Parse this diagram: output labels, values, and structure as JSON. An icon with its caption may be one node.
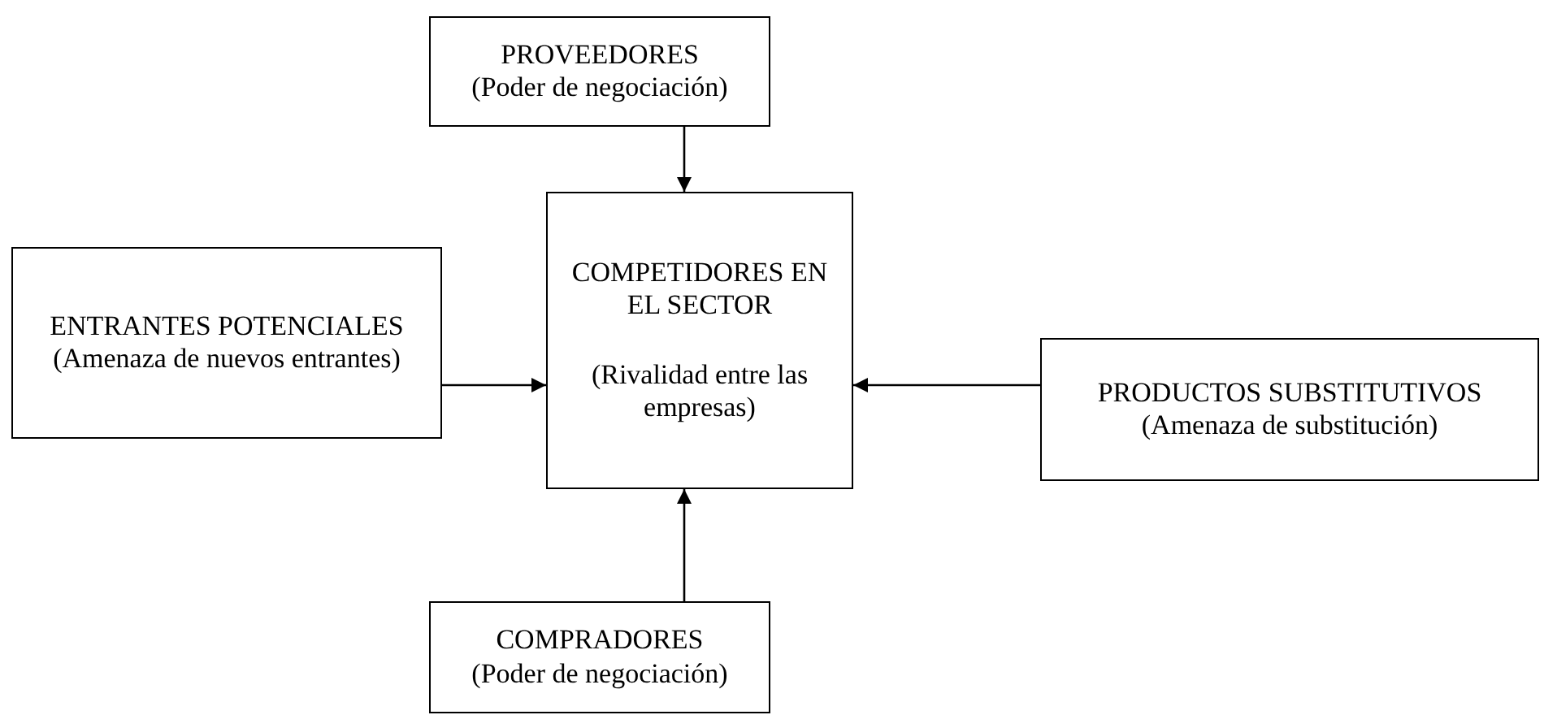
{
  "diagram": {
    "nodes": [
      {
        "text": [
          "PROVEEDORES",
          "(Poder de negociación)"
        ]
      },
      {
        "text": [
          "ENTRANTES POTENCIALES",
          "(Amenaza de nuevos entrantes)"
        ]
      },
      {
        "text": [
          "COMPETIDORES EN EL SECTOR",
          "(Rivalidad entre las empresas)"
        ]
      },
      {
        "text": [
          "PRODUCTOS SUBSTITUTIVOS",
          "(Amenaza de substitución)"
        ]
      },
      {
        "text": [
          "COMPRADORES",
          "(Poder de negociación)"
        ]
      }
    ],
    "edges": [
      {
        "from": 0,
        "to": 2,
        "arrow": "to"
      },
      {
        "from": 1,
        "to": 2,
        "arrow": "to"
      },
      {
        "from": 3,
        "to": 2,
        "arrow": "to"
      },
      {
        "from": 4,
        "to": 2,
        "arrow": "to"
      }
    ]
  }
}
